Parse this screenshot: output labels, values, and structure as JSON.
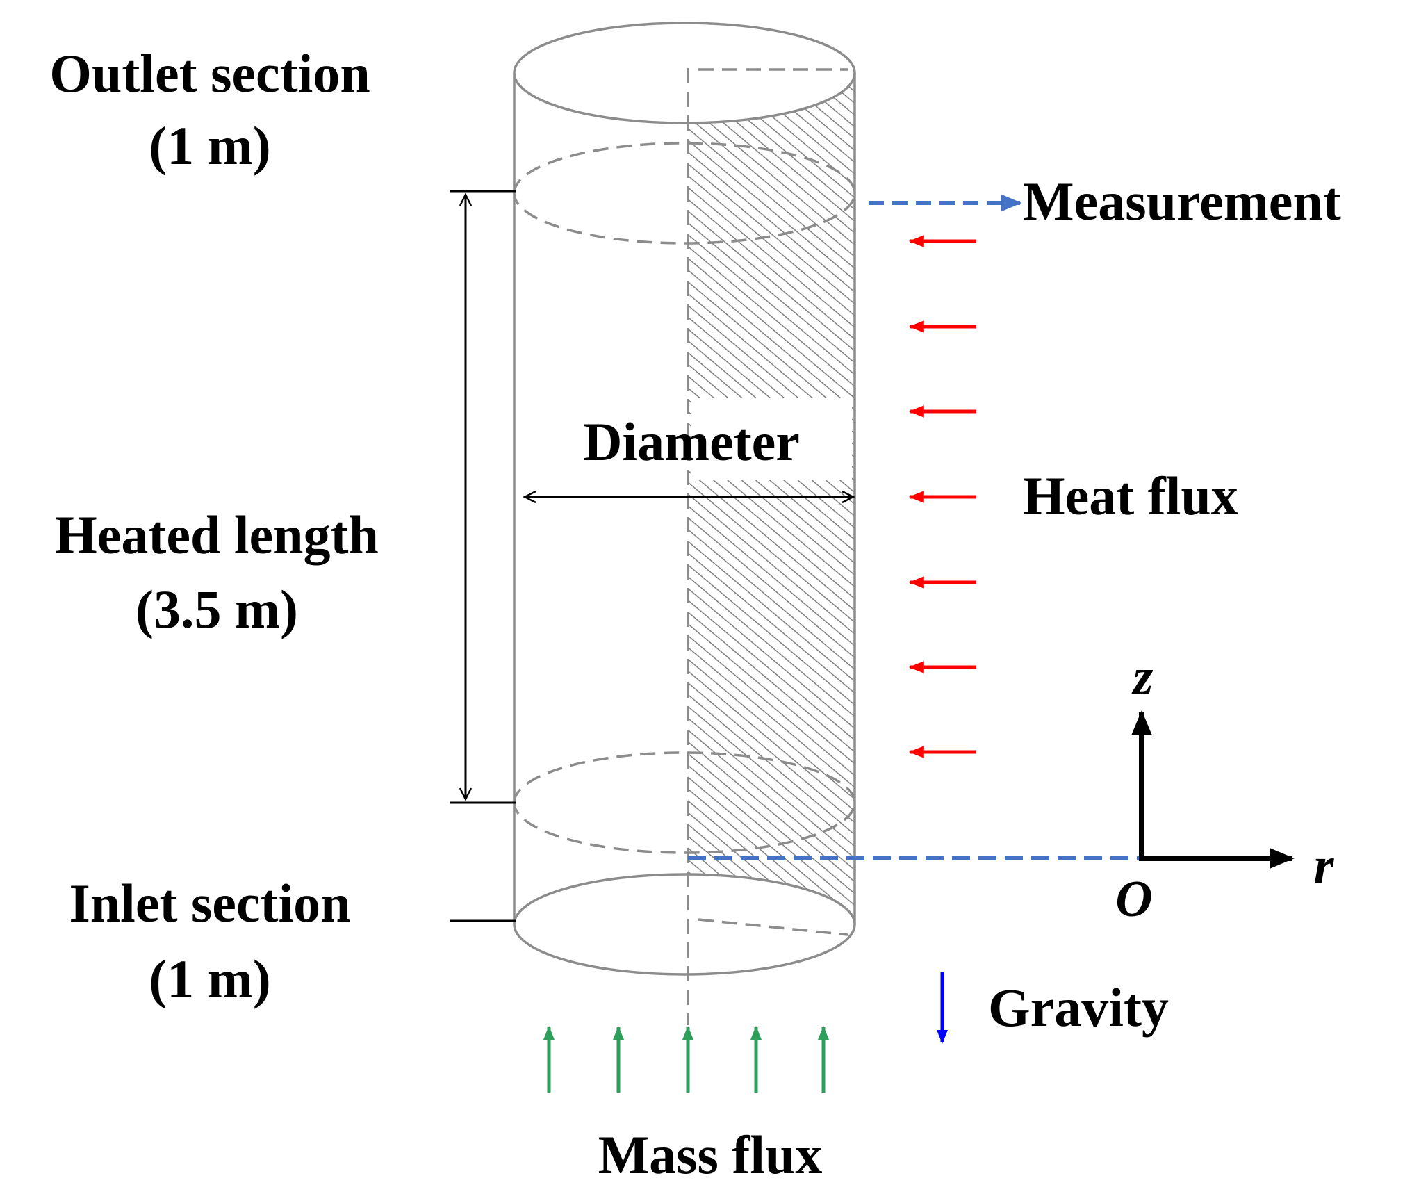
{
  "labels": {
    "outlet_line1": "Outlet section",
    "outlet_line2": "(1 m)",
    "heated_line1": "Heated length",
    "heated_line2": "(3.5 m)",
    "inlet_line1": "Inlet section",
    "inlet_line2": "(1 m)",
    "diameter": "Diameter",
    "measurement": "Measurement",
    "heat_flux": "Heat flux",
    "gravity": "Gravity",
    "mass_flux": "Mass flux"
  },
  "axes": {
    "z": "z",
    "r": "r",
    "origin": "O"
  },
  "colors": {
    "cylinder_outline": "#8c8c8c",
    "hidden_edge": "#8c8c8c",
    "hatch": "#7f7f7f",
    "dimension": "#000000",
    "measurement_arrow": "#4472c4",
    "heat_flux_arrow": "#ff0000",
    "gravity_arrow": "#0000ff",
    "mass_flux_arrow": "#2e9e5b",
    "axis": "#000000"
  },
  "icons": {
    "heat_flux": "arrow-left-icon",
    "mass_flux": "arrow-up-icon",
    "gravity": "arrow-down-icon",
    "measurement": "arrow-right-icon"
  }
}
